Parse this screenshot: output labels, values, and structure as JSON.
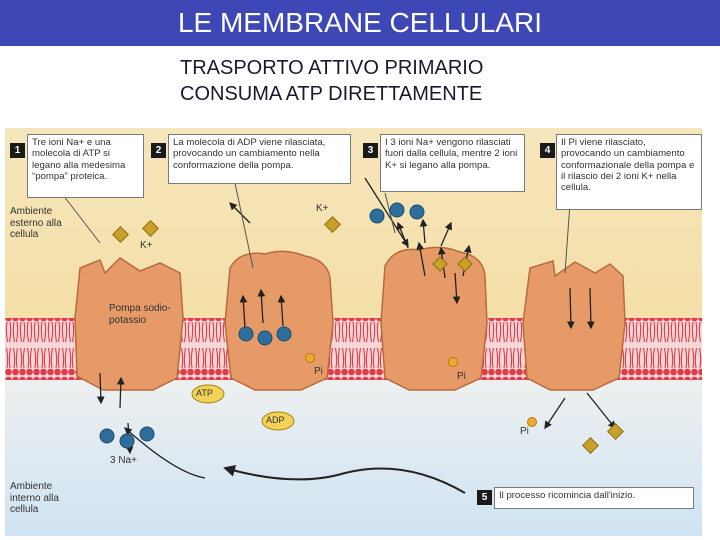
{
  "header": {
    "title": "LE MEMBRANE CELLULARI"
  },
  "subtitle": {
    "line1": "TRASPORTO ATTIVO PRIMARIO",
    "line2": "CONSUMA ATP DIRETTAMENTE"
  },
  "diagram": {
    "steps": [
      {
        "number": "1",
        "text": "Tre ioni Na+ e una molecola di ATP si legano alla medesima “pompa” proteica."
      },
      {
        "number": "2",
        "text": "La molecola di ADP viene rilasciata, provocando un cambiamento nella conformazione della pompa."
      },
      {
        "number": "3",
        "text": "I 3 ioni Na+ vengono rilasciati fuori dalla cellula, mentre 2 ioni K+ si legano alla pompa."
      },
      {
        "number": "4",
        "text": "Il Pi viene rilasciato, provocando un cambiamento conformazionale della pompa e il rilascio dei 2 ioni K+ nella cellula."
      },
      {
        "number": "5",
        "text": "Il processo ricomincia dall'inizio."
      }
    ],
    "labels": {
      "outside": "Ambiente esterno alla cellula",
      "inside": "Ambiente interno alla cellula",
      "pump": "Pompa sodio-potassio",
      "k_left": "K+",
      "k_top": "K+",
      "pi_1": "Pi",
      "pi_2": "Pi",
      "pi_3": "Pi",
      "atp": "ATP",
      "adp": "ADP",
      "na3": "3 Na+"
    },
    "colors": {
      "outside_bg": "#f6e6bc",
      "inside_bg": "#d7e6f1",
      "membrane": "#e03b4a",
      "pump": "#e59a68",
      "sodium": "#2f6e9a",
      "potassium": "#c9a02a",
      "atp": "#f3d25a"
    }
  }
}
